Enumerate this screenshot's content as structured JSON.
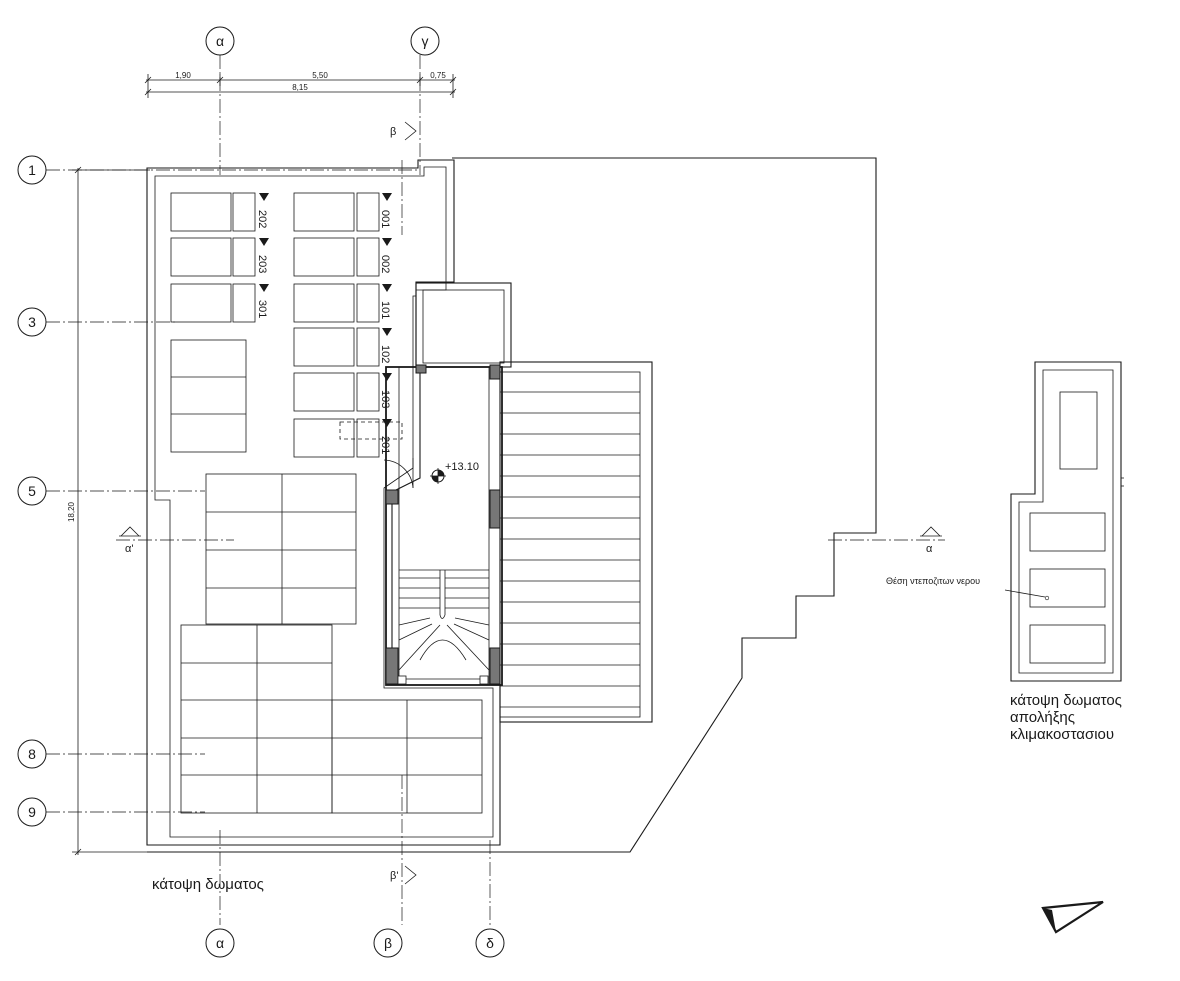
{
  "axes": {
    "top": [
      "α",
      "γ"
    ],
    "bottom": [
      "α",
      "β",
      "δ"
    ],
    "left": [
      "1",
      "3",
      "5",
      "8",
      "9"
    ]
  },
  "dimensions": {
    "d1": "1,90",
    "d2": "5,50",
    "d3": "0,75",
    "total_width": "8,15",
    "total_height": "18,20"
  },
  "sections": {
    "beta": "β",
    "beta_prime": "β'",
    "alpha": "α",
    "alpha_prime": "α'"
  },
  "level": "+13.10",
  "tanks_left": [
    "202",
    "203",
    "301"
  ],
  "tanks_right": [
    "001",
    "002",
    "101",
    "102",
    "103",
    "201"
  ],
  "captions": {
    "roof_plan": "κάτοψη δωματος",
    "stair_roof_plan": [
      "κάτοψη δωματος",
      "απολήξης",
      "κλιμακοστασιου"
    ],
    "water_tank_note": "Θέση ντεποζιτων νερου"
  }
}
